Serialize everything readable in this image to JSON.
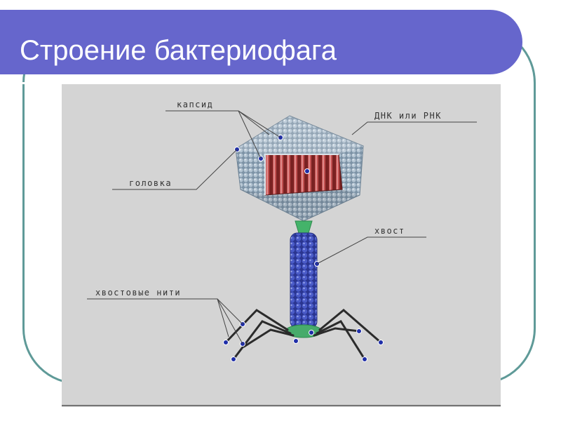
{
  "slide": {
    "title": "Строение бактериофага"
  },
  "diagram": {
    "labels": {
      "capsid": "капсид",
      "nucleic_acid": "ДНК или РНК",
      "head": "головка",
      "tail": "хвост",
      "tail_fibers": "хвостовые нити"
    }
  },
  "colors": {
    "title_bar": "#6666cc",
    "frame_border": "#5f9a98",
    "figure_background": "#d4d4d4",
    "capsid_shell": "#8fa3b3",
    "nucleic_acid": "#b84848",
    "tail_sheath": "#4050b8",
    "collar": "#44b36a",
    "fibers": "#2b2b2b"
  }
}
